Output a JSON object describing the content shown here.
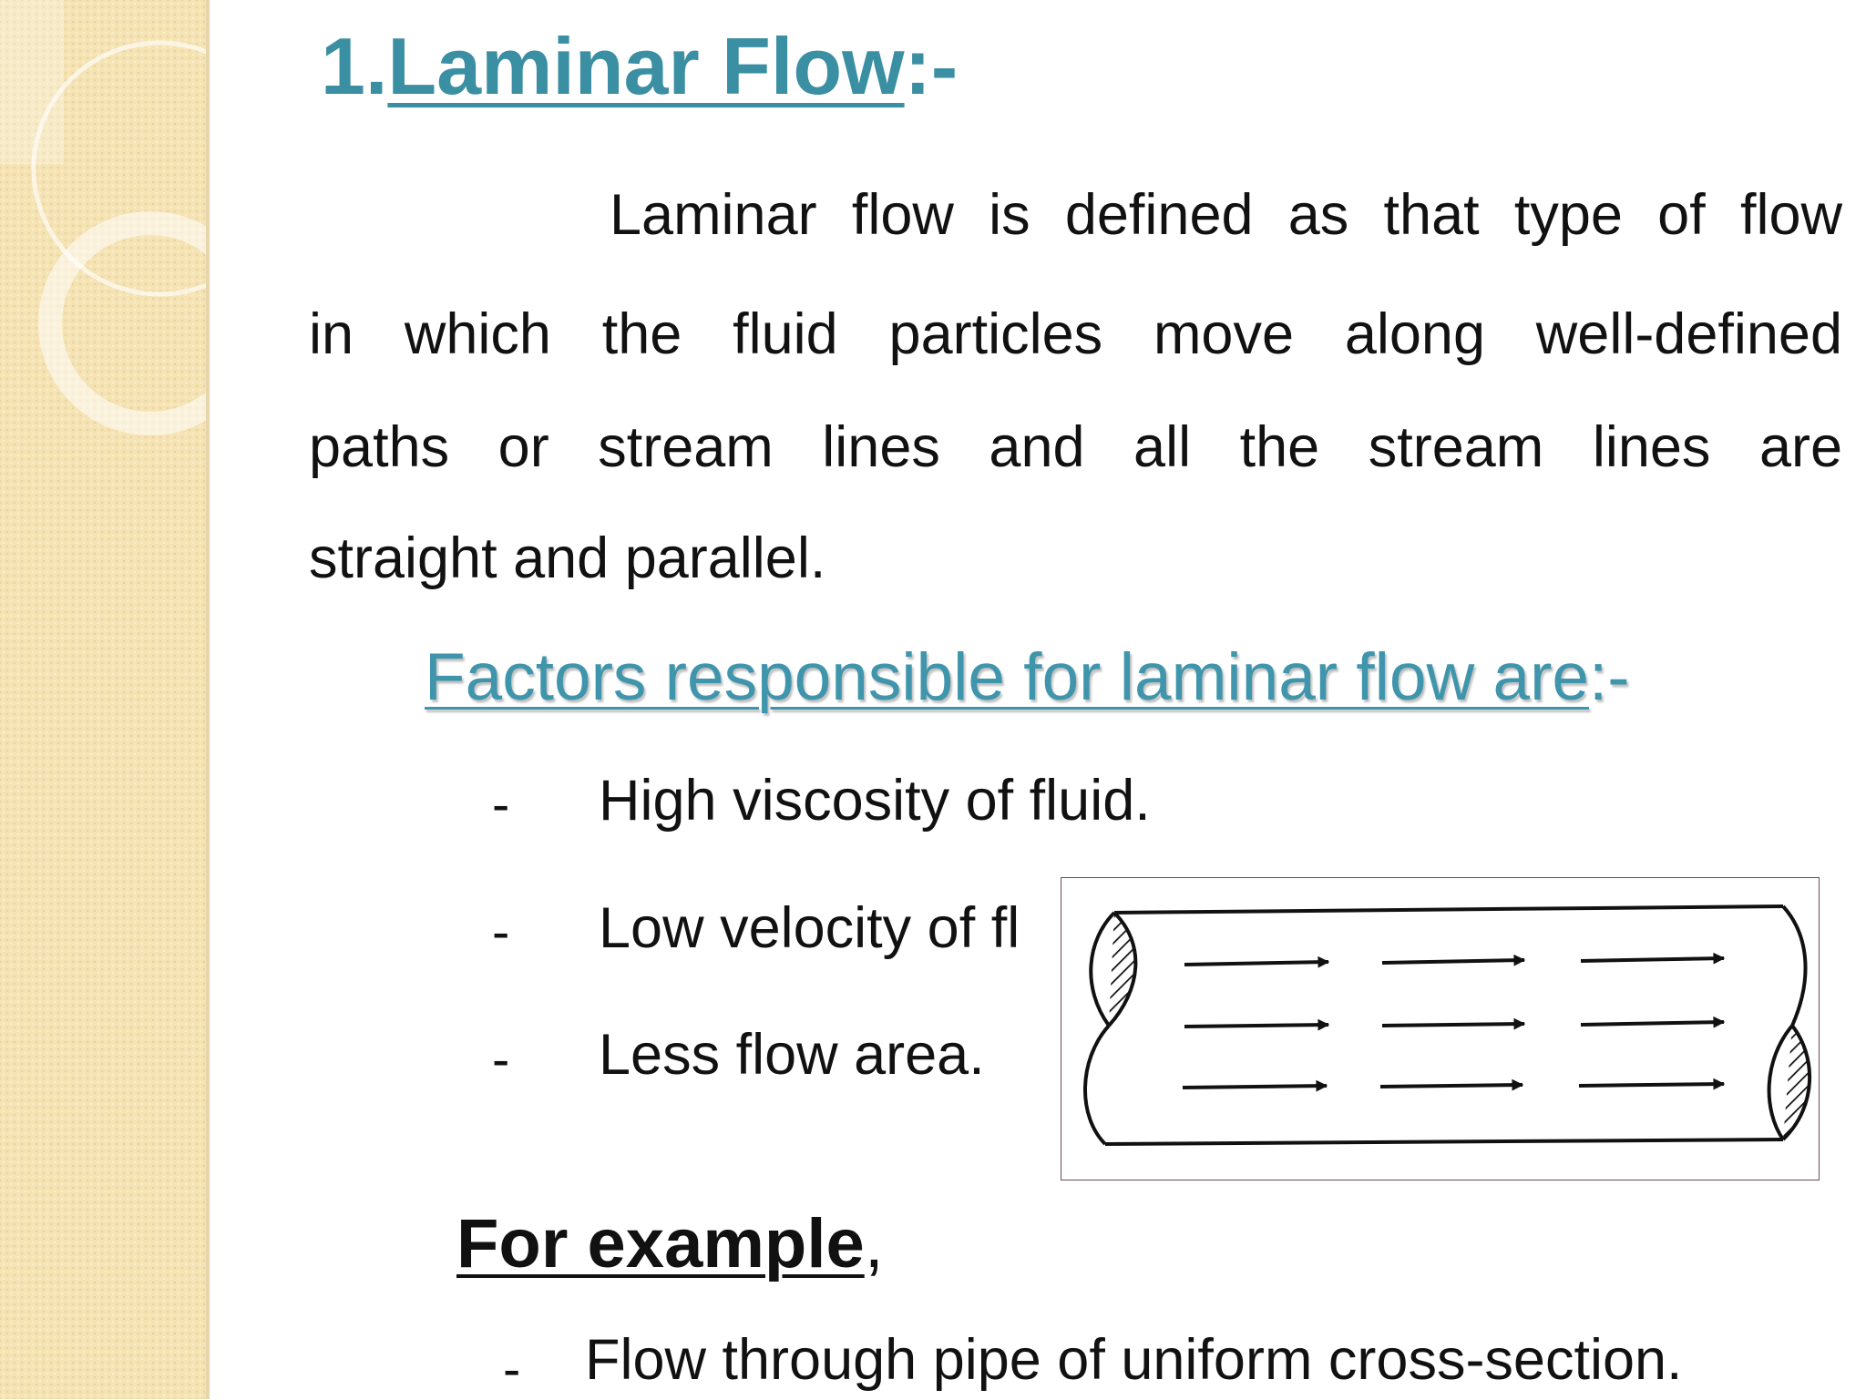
{
  "title": {
    "number": "1.",
    "text": "Laminar Flow",
    "suffix": ":-"
  },
  "definition": {
    "line1": "Laminar flow is defined as that type of flow",
    "line2": "in which the fluid particles move along well-defined",
    "line3": "paths or stream lines and all the stream lines are",
    "line4": "straight and parallel."
  },
  "factors": {
    "heading": "Factors responsible for laminar flow are",
    "suffix": ":-",
    "items": [
      {
        "bullet": "-",
        "text": "High viscosity of fluid."
      },
      {
        "bullet": "-",
        "text": "Low velocity of fl"
      },
      {
        "bullet": "-",
        "text": "Less flow area."
      }
    ]
  },
  "example": {
    "heading": "For example",
    "suffix": ",",
    "items": [
      {
        "bullet": "-",
        "text": "Flow through pipe of uniform cross-section."
      }
    ]
  },
  "figure": {
    "icon": "laminar-pipe-flow-diagram",
    "arrow_rows": 3,
    "arrow_columns": 3
  },
  "colors": {
    "heading_teal": "#3b8fa3",
    "sidebar_cream": "#f5e3b3",
    "text": "#111111"
  }
}
